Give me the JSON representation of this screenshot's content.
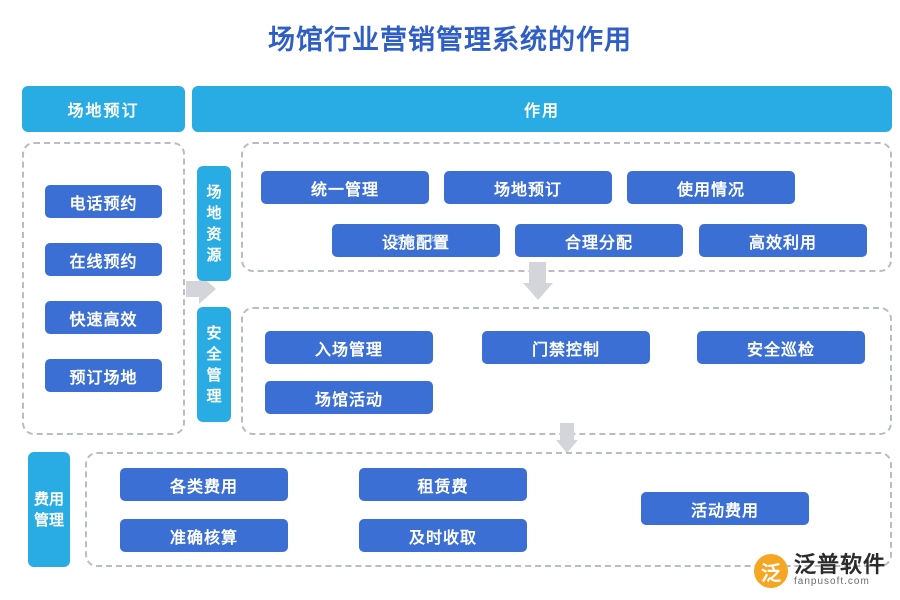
{
  "title": "场馆行业营销管理系统的作用",
  "headers": {
    "left": "场地预订",
    "right": "作用"
  },
  "left_column": {
    "items": [
      {
        "label": "电话预约"
      },
      {
        "label": "在线预约"
      },
      {
        "label": "快速高效"
      },
      {
        "label": "预订场地"
      }
    ]
  },
  "vertical_labels": {
    "venue_resource": "场地资源",
    "safety_management": "安全管理",
    "fee_management": "费用管理"
  },
  "groups": [
    {
      "name": "venue-resource-group",
      "items": [
        {
          "label": "统一管理"
        },
        {
          "label": "场地预订"
        },
        {
          "label": "使用情况"
        },
        {
          "label": "设施配置"
        },
        {
          "label": "合理分配"
        },
        {
          "label": "高效利用"
        }
      ]
    },
    {
      "name": "safety-management-group",
      "items": [
        {
          "label": "入场管理"
        },
        {
          "label": "门禁控制"
        },
        {
          "label": "安全巡检"
        },
        {
          "label": "场馆活动"
        }
      ]
    },
    {
      "name": "fee-management-group",
      "items": [
        {
          "label": "各类费用"
        },
        {
          "label": "租赁费"
        },
        {
          "label": "活动费用"
        },
        {
          "label": "准确核算"
        },
        {
          "label": "及时收取"
        }
      ]
    }
  ],
  "watermark": "泛普软件",
  "logo": {
    "mark": "泛",
    "main": "泛普软件",
    "sub": "fanpusoft.com"
  },
  "colors": {
    "title": "#2f5fc4",
    "pill": "#3b6fd4",
    "bar": "#29ace3",
    "dash": "#b9bcc4",
    "arrow": "#d3d5da"
  }
}
